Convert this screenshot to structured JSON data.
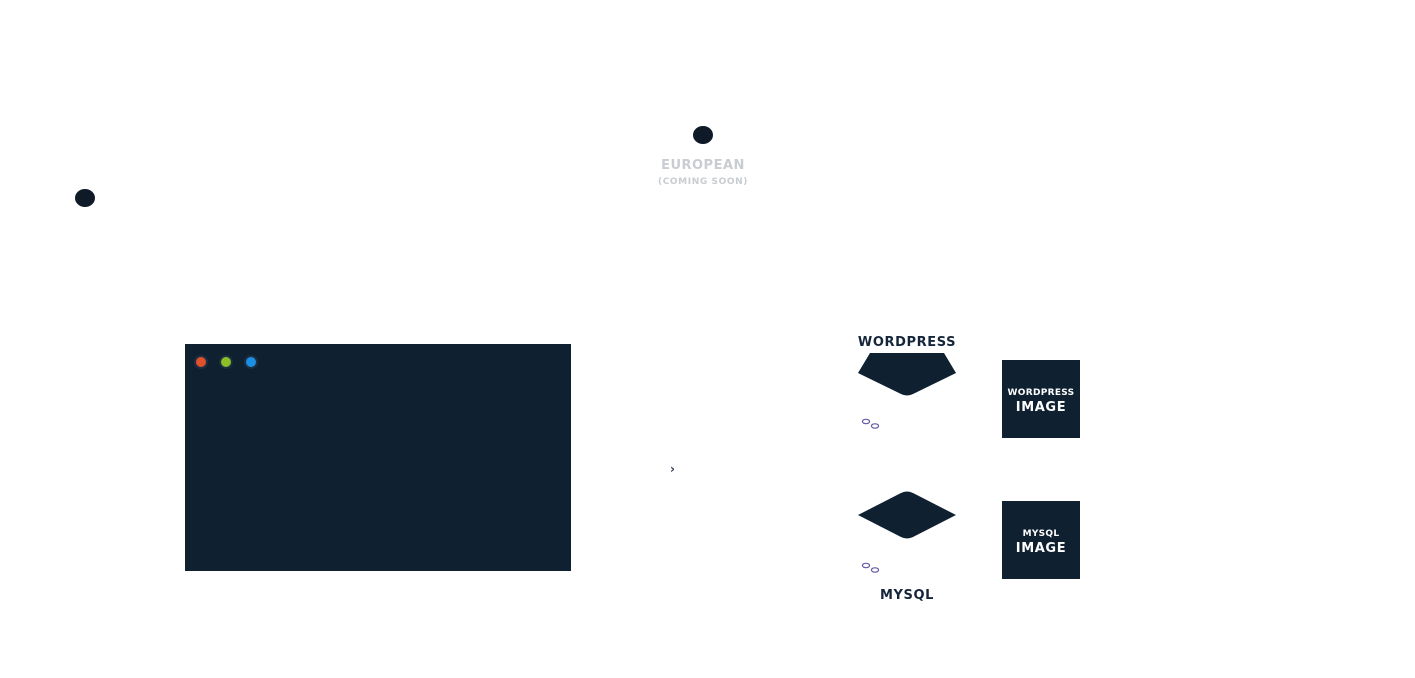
{
  "region": {
    "name": "EUROPEAN",
    "note": "(COMING SOON)"
  },
  "arrow_glyph": "›",
  "terminal": {
    "buttons": [
      {
        "color": "#e0502a"
      },
      {
        "color": "#8cbf26"
      },
      {
        "color": "#1a8fe3"
      }
    ]
  },
  "services": {
    "wordpress": {
      "label": "WORDPRESS",
      "image_line1": "WORDPRESS",
      "image_line2": "IMAGE"
    },
    "mysql": {
      "label": "MYSQL",
      "image_line1": "MYSQL",
      "image_line2": "IMAGE"
    }
  },
  "colors": {
    "dark_navy": "#0f2031",
    "link_icon": "#6a5fa8",
    "muted_label": "#c9ccd0"
  },
  "icons": [
    "link-icon",
    "chevron-right-icon"
  ]
}
